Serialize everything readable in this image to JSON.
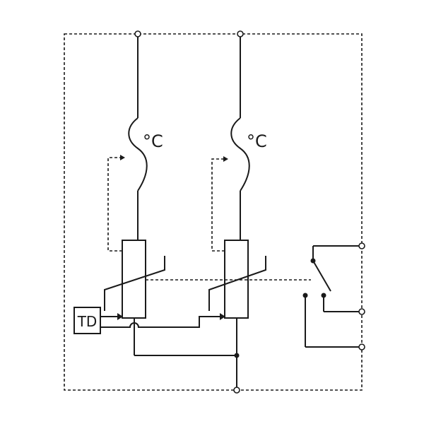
{
  "diagram": {
    "sensor_left_unit": "°C",
    "sensor_right_unit": "°C",
    "delay_block_label": "TD"
  },
  "colors": {
    "line": "#1a1a1a",
    "background": "#ffffff"
  }
}
